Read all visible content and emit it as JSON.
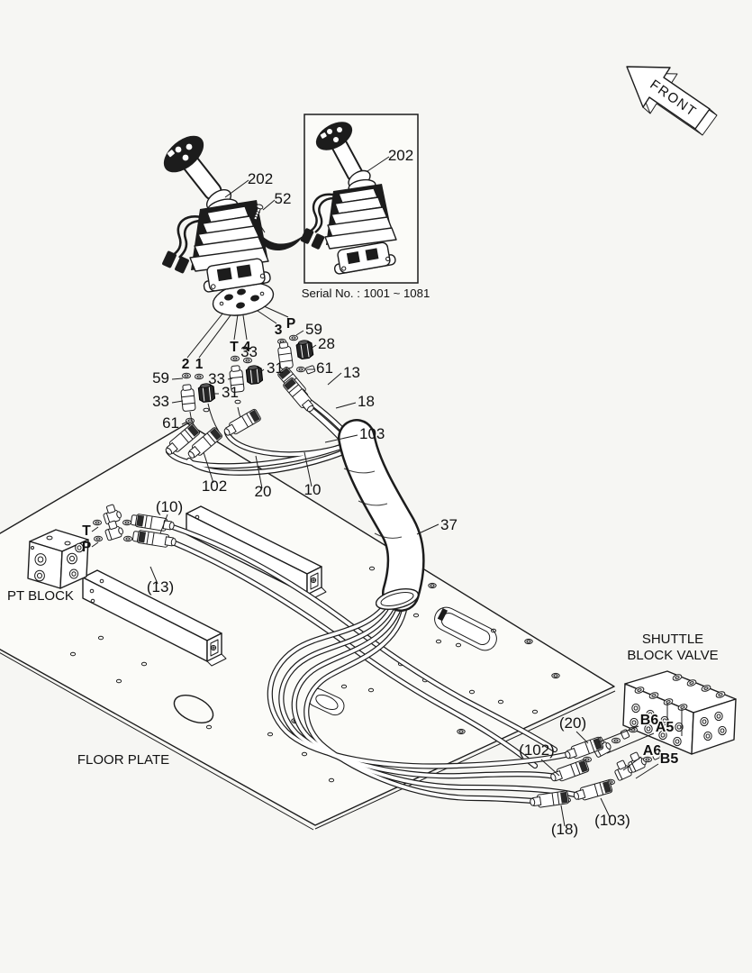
{
  "diagram_type": "hydraulic pilot piping parts diagram",
  "colors": {
    "background": "#f6f6f3",
    "line": "#1c1c1c",
    "paper": "#ffffff"
  },
  "labels": {
    "front": "FRONT",
    "part_main_joystick": "202",
    "part_inset_joystick": "202",
    "serial_note": "Serial No. : 1001 ~ 1081",
    "part_screw": "52",
    "port_2": "2",
    "port_1": "1",
    "port_T": "T",
    "port_4": "4",
    "port_3": "3",
    "port_P": "P",
    "washer_59_left": "59",
    "washer_59_right": "59",
    "fitting_33_left": "33",
    "fitting_33_mid": "33",
    "fitting_33_right": "33",
    "fitting_31_left": "31",
    "fitting_31_mid": "31",
    "fitting_28": "28",
    "washer_61_left": "61",
    "washer_61_right": "61",
    "hose_13": "13",
    "hose_18": "18",
    "hose_103": "103",
    "hose_102": "102",
    "hose_20": "20",
    "hose_10": "10",
    "wrap_37": "37",
    "hose_ref_10": "(10)",
    "hose_ref_13": "(13)",
    "pt_port_T": "T",
    "pt_port_P": "P",
    "pt_block": "PT BLOCK",
    "floor_plate": "FLOOR PLATE",
    "shuttle_line1": "SHUTTLE",
    "shuttle_line2": "BLOCK VALVE",
    "port_B6": "B6",
    "port_A5": "A5",
    "port_A6": "A6",
    "port_B5": "B5",
    "hose_ref_20": "(20)",
    "hose_ref_102": "(102)",
    "hose_ref_18": "(18)",
    "hose_ref_103": "(103)"
  }
}
